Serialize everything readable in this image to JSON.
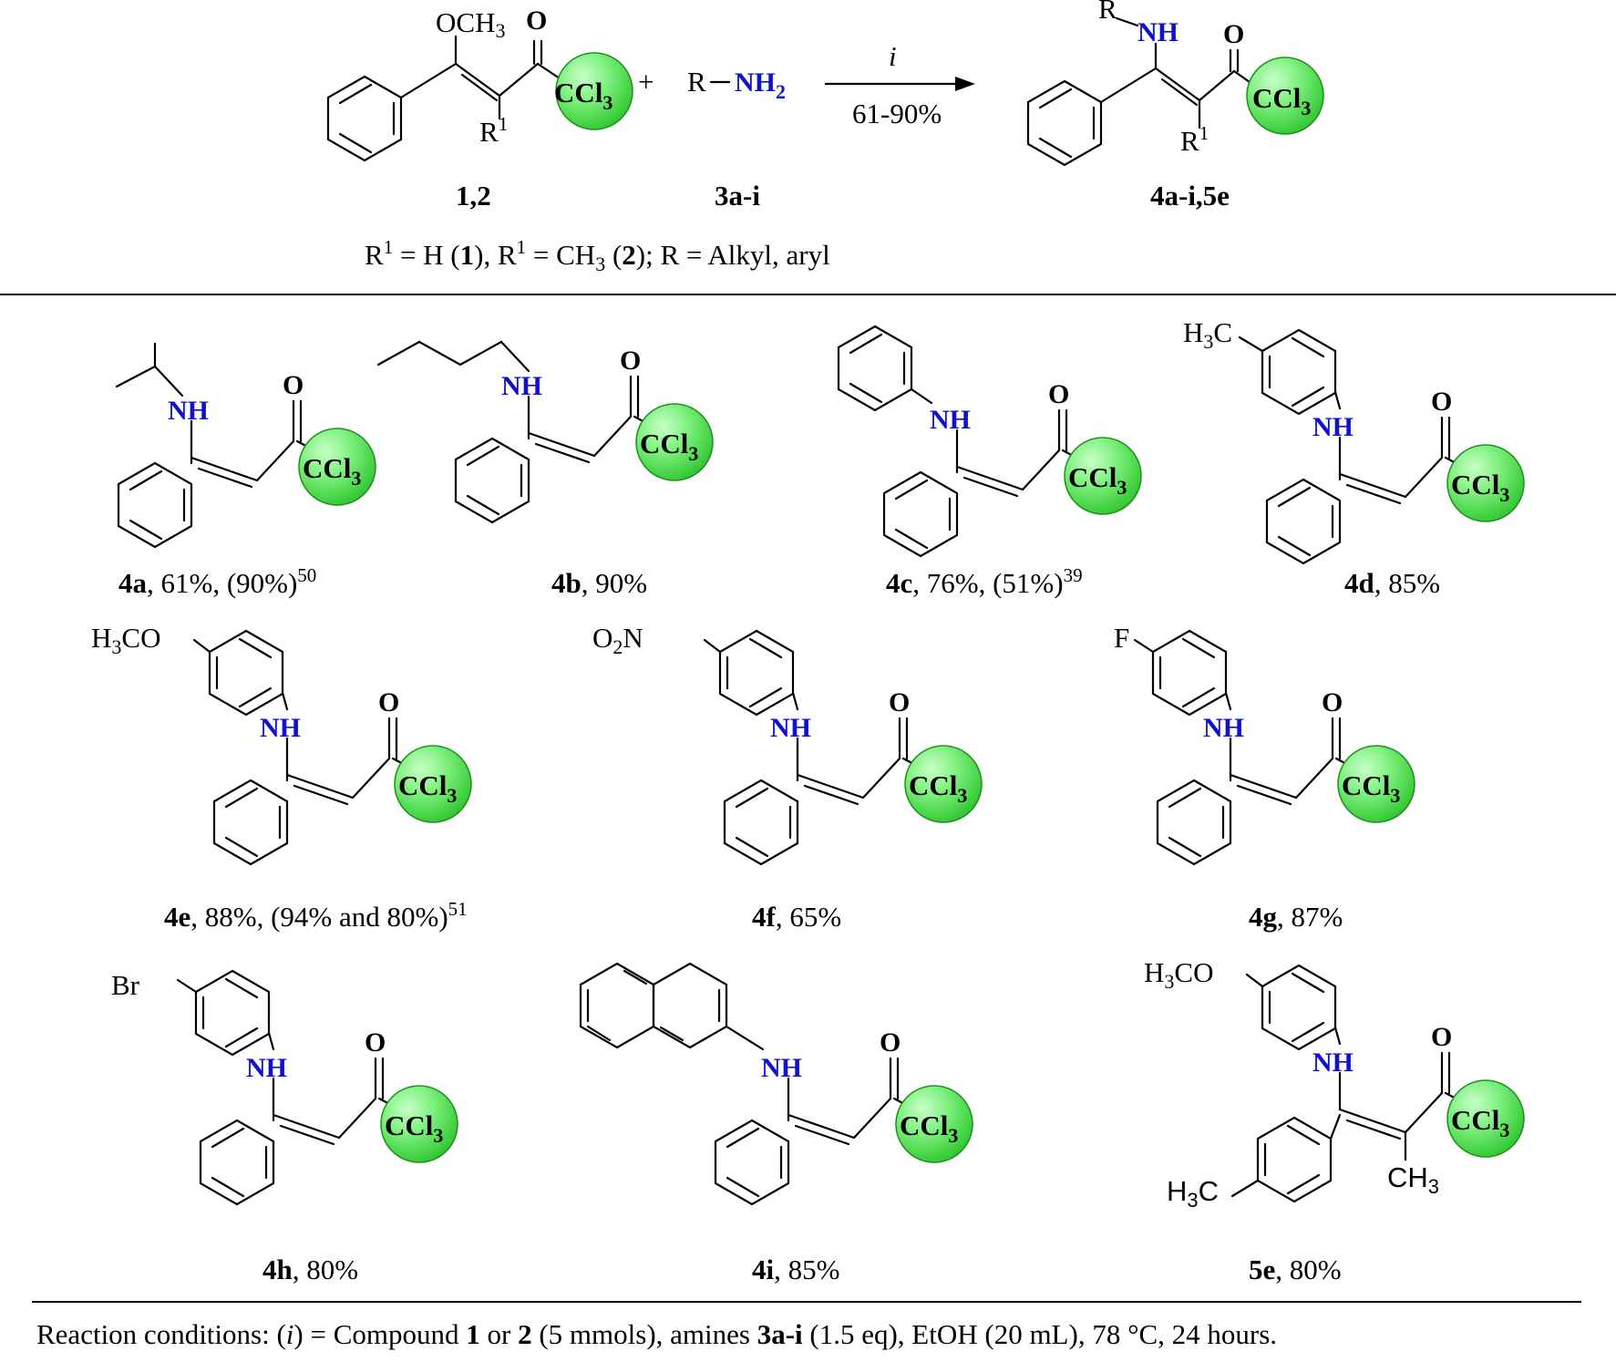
{
  "colors": {
    "ccl3_ball": "#4cde4c",
    "ccl3_ball_highlight": "#c8ffc8",
    "nh_text": "#1010d0",
    "bond": "#000000"
  },
  "scheme": {
    "reactant_label": "1,2",
    "amine_label": "3a-i",
    "product_label": "4a-i,5e",
    "plus": "+",
    "amine_r": "R",
    "amine_nh2": "NH",
    "amine_nh2_sub": "2",
    "arrow_above": "i",
    "arrow_below": "61-90%",
    "methoxy": "OCH",
    "methoxy_sub": "3",
    "r1": "R",
    "r1_sup": "1",
    "product_r": "R",
    "definition": {
      "p1": "R",
      "p1_sup": "1",
      "p2": " = H (",
      "p3": "1",
      "p4": "), R",
      "p4_sup": "1",
      "p5": " = CH",
      "p5_sub": "3",
      "p6": " (",
      "p7": "2",
      "p8": "); R = Alkyl, aryl"
    }
  },
  "groups": {
    "ccl3": "CCl",
    "ccl3_sub": "3",
    "nh": "NH",
    "o": "O",
    "h3c": "H",
    "h3c_sub": "3",
    "h3c_c": "C",
    "h3co_co": "CO",
    "o2n_o": "O",
    "o2n_sub": "2",
    "o2n_n": "N",
    "f": "F",
    "br": "Br",
    "ch3_c": "CH",
    "ch3_sub": "3"
  },
  "compounds": [
    {
      "id": "4a",
      "yield": ", 61%, (90%)",
      "ref": "50",
      "bold_comma": true
    },
    {
      "id": "4b",
      "yield": ", 90%",
      "ref": ""
    },
    {
      "id": "4c",
      "yield": ", 76%, (51%)",
      "ref": "39"
    },
    {
      "id": "4d",
      "yield": ", 85%",
      "ref": ""
    },
    {
      "id": "4e",
      "yield": ", 88%, (94% and 80%)",
      "ref": "51"
    },
    {
      "id": "4f",
      "yield": ", 65%",
      "ref": ""
    },
    {
      "id": "4g",
      "yield": ", 87%",
      "ref": ""
    },
    {
      "id": "4h",
      "yield": ", 80%",
      "ref": ""
    },
    {
      "id": "4i",
      "yield": ", 85%",
      "ref": ""
    },
    {
      "id": "5e",
      "yield": ", 80%",
      "ref": ""
    }
  ],
  "conditions": {
    "t1": "Reaction conditions: (",
    "t2": "i",
    "t3": ") = Compound ",
    "t4": "1",
    "t5": " or ",
    "t6": "2",
    "t7": " (5 mmols), amines ",
    "t8": "3a-i",
    "t9": " (1.5 eq), EtOH (20 mL), 78 °C, 24 hours."
  }
}
